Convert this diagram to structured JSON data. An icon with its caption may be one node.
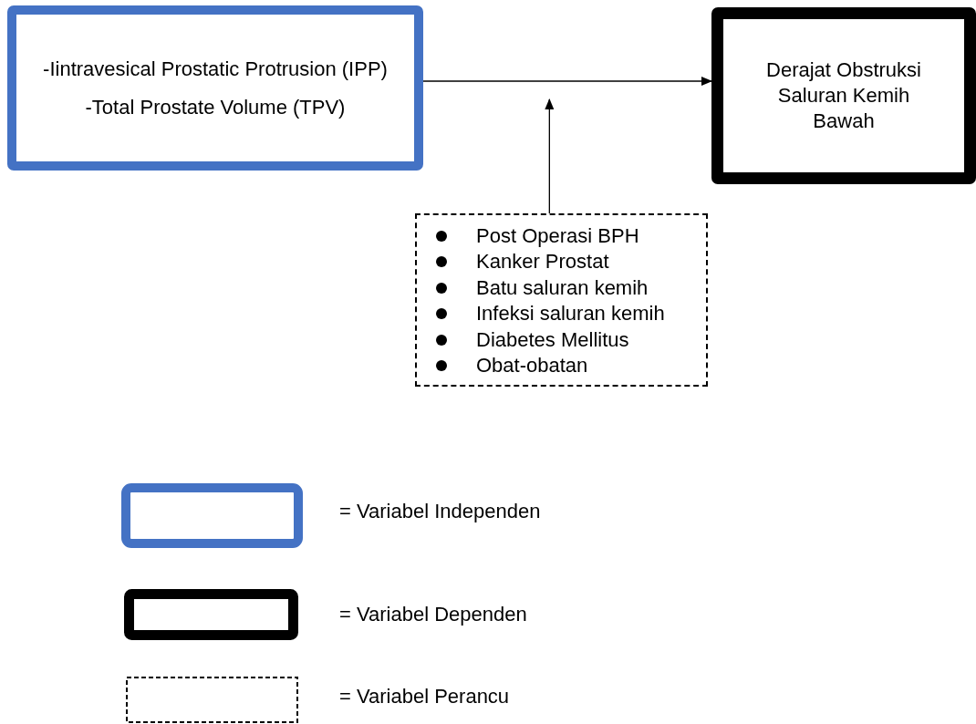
{
  "diagram": {
    "nodes": [
      {
        "text": [
          "-Iintravesical Prostatic Protrusion (IPP)",
          "-Total Prostate Volume (TPV)"
        ]
      },
      {
        "text": [
          "Derajat Obstruksi Saluran Kemih Bawah"
        ]
      },
      {
        "text": [
          "Post Operasi BPH",
          "Kanker Prostat",
          "Batu saluran kemih",
          "Infeksi saluran kemih",
          "Diabetes Mellitus",
          "Obat-obatan"
        ]
      }
    ],
    "edges": [
      {
        "from": 0,
        "to": 1,
        "arrow": "to"
      },
      {
        "from": 2,
        "to": null,
        "arrow": "to"
      }
    ],
    "legend": [
      {
        "text": "= Variabel Independen"
      },
      {
        "text": "= Variabel Dependen"
      },
      {
        "text": "= Variabel Perancu"
      }
    ]
  }
}
